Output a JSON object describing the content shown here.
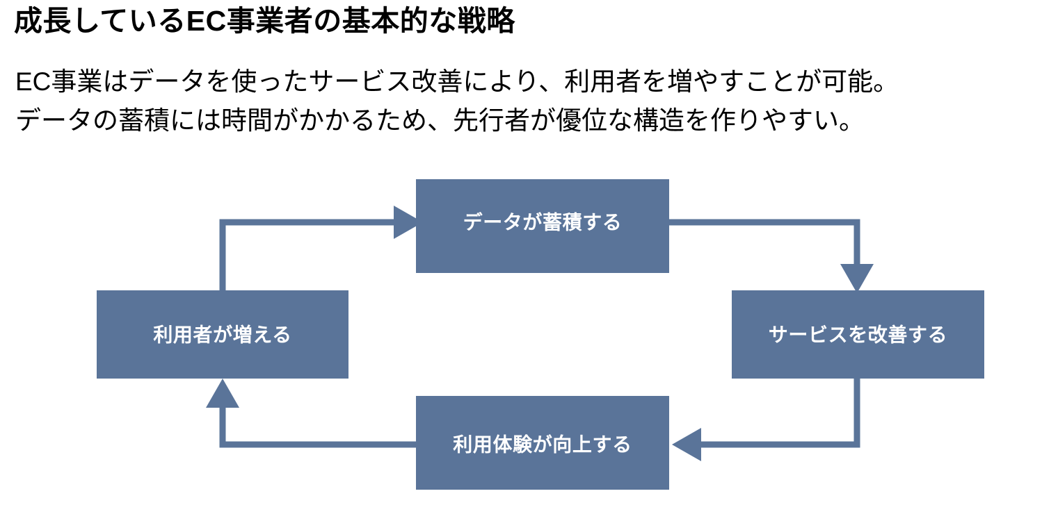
{
  "slide": {
    "title": "成長しているEC事業者の基本的な戦略",
    "subtitle_lines": [
      "EC事業はデータを使ったサービス改善により、利用者を増やすことが可能。",
      "データの蓄積には時間がかかるため、先行者が優位な構造を作りやすい。"
    ]
  },
  "diagram": {
    "type": "cycle-flow",
    "box_fill": "#5A7499",
    "connector_color": "#5A7499",
    "label_color": "#FFFFFF",
    "nodes": [
      {
        "id": "data",
        "label": "データが蓄積する",
        "position": "top"
      },
      {
        "id": "service",
        "label": "サービスを改善する",
        "position": "right"
      },
      {
        "id": "experience",
        "label": "利用体験が向上する",
        "position": "bottom"
      },
      {
        "id": "users",
        "label": "利用者が増える",
        "position": "left"
      }
    ],
    "edges": [
      {
        "from": "data",
        "to": "service",
        "direction": "down"
      },
      {
        "from": "service",
        "to": "experience",
        "direction": "left"
      },
      {
        "from": "experience",
        "to": "users",
        "direction": "up"
      },
      {
        "from": "users",
        "to": "data",
        "direction": "right"
      }
    ]
  }
}
